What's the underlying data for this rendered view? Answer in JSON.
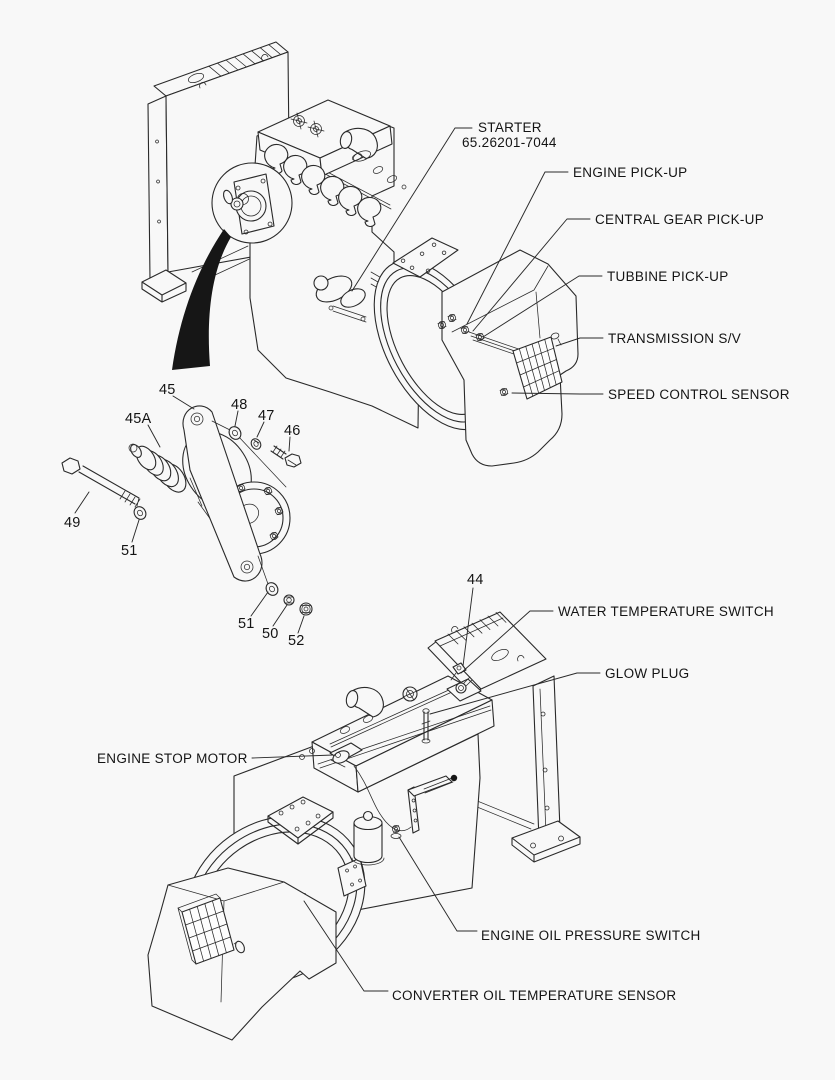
{
  "colors": {
    "background": "#f8f8f8",
    "line": "#2a2a2a",
    "text": "#141414"
  },
  "top_view": {
    "callouts": {
      "starter_title": "STARTER",
      "starter_part_no": "65.26201-7044",
      "engine_pickup": "ENGINE PICK-UP",
      "central_gear_pickup": "CENTRAL GEAR PICK-UP",
      "tubbine_pickup": "TUBBINE PICK-UP",
      "transmission_sv": "TRANSMISSION S/V",
      "speed_control_sensor": "SPEED CONTROL SENSOR"
    }
  },
  "alternator_view": {
    "part_numbers": {
      "bracket_45": "45",
      "pulley_45a": "45A",
      "washer_48": "48",
      "lock_washer_47": "47",
      "bolt_46": "46",
      "bolt_49": "49",
      "washer_51_front": "51",
      "washer_51_rear": "51",
      "nut_50": "50",
      "nut_52": "52"
    }
  },
  "bottom_view": {
    "callouts": {
      "part_44": "44",
      "water_temperature_switch": "WATER TEMPERATURE SWITCH",
      "glow_plug": "GLOW PLUG",
      "engine_stop_motor": "ENGINE STOP MOTOR",
      "engine_oil_pressure_switch": "ENGINE OIL PRESSURE SWITCH",
      "converter_oil_temperature_sensor": "CONVERTER OIL TEMPERATURE SENSOR"
    }
  }
}
